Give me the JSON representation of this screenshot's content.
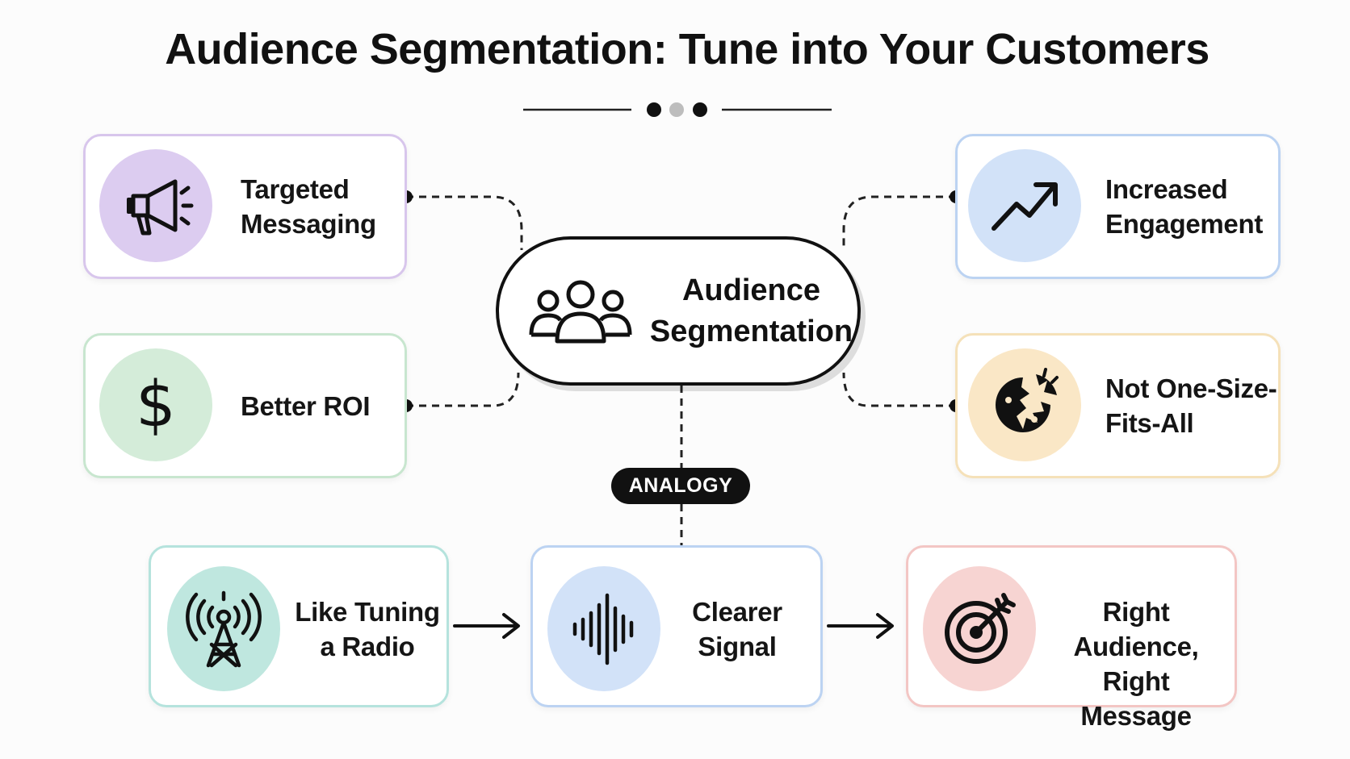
{
  "title": "Audience Segmentation: Tune into Your Customers",
  "center": {
    "label_line1": "Audience",
    "label_line2": "Segmentation",
    "icon": "people-group-icon"
  },
  "analogy_badge": "ANALOGY",
  "cards": {
    "targeted_messaging": {
      "line1": "Targeted",
      "line2": "Messaging",
      "icon": "megaphone-icon",
      "border": "#d8c6ec",
      "fill": "#dcccf0"
    },
    "better_roi": {
      "line1": "Better ROI",
      "icon": "dollar-icon",
      "border": "#c8e6cf",
      "fill": "#d4ecd9"
    },
    "increased_engagement": {
      "line1": "Increased",
      "line2": "Engagement",
      "icon": "trend-up-icon",
      "border": "#bcd3f2",
      "fill": "#d2e2f8"
    },
    "not_one_size": {
      "line1": "Not One-Size-",
      "line2": "Fits-All",
      "icon": "broken-circle-icon",
      "border": "#f5e1b9",
      "fill": "#fae7c6"
    },
    "like_tuning_radio": {
      "line1": "Like Tuning",
      "line2": "a Radio",
      "icon": "radio-tower-icon",
      "border": "#b5e3dd",
      "fill": "#bfe7df"
    },
    "clearer_signal": {
      "line1": "Clearer",
      "line2": "Signal",
      "icon": "sound-wave-icon",
      "border": "#bcd3f2",
      "fill": "#d2e2f8"
    },
    "right_audience": {
      "line1": "Right Audience,",
      "line2": "Right Message",
      "icon": "target-icon",
      "border": "#f3c6c4",
      "fill": "#f7d4d2"
    }
  }
}
